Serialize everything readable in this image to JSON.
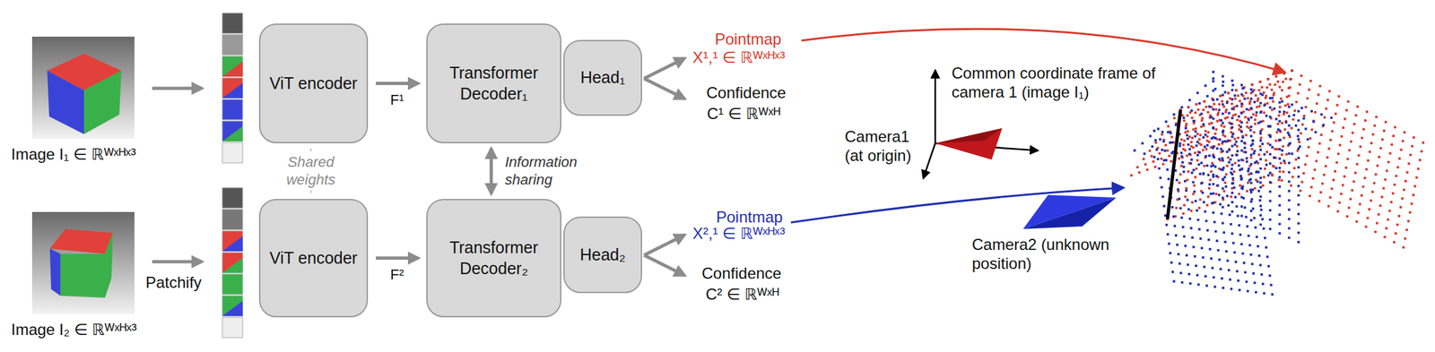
{
  "diagram": {
    "nodes": [
      {
        "text": [
          "ViT encoder"
        ]
      },
      {
        "text": [
          "Transformer Decoder₁"
        ]
      },
      {
        "text": [
          "Head₁"
        ]
      },
      {
        "text": [
          "ViT encoder"
        ]
      },
      {
        "text": [
          "Transformer Decoder₂"
        ]
      },
      {
        "text": [
          "Head₂"
        ]
      }
    ],
    "edges": [
      {
        "from": 0,
        "to": 1,
        "arrow": "to",
        "label": "F¹"
      },
      {
        "from": 3,
        "to": 4,
        "arrow": "to",
        "label": "F²"
      },
      {
        "from": 1,
        "to": 4,
        "arrow": "both",
        "label": "Information sharing"
      },
      {
        "from": 0,
        "to": 3,
        "arrow": "none",
        "label": "Shared weights"
      }
    ],
    "labels": [
      "Image I₁ ∈ ℝᵂˣᴴˣ³",
      "Image I₂ ∈ ℝᵂˣᴴˣ³",
      "Patchify",
      "Pointmap",
      "X¹,¹ ∈ ℝᵂˣᴴˣ³",
      "Confidence",
      "C¹ ∈ ℝᵂˣᴴ",
      "Pointmap",
      "X²,¹ ∈ ℝᵂˣᴴˣ³",
      "Confidence",
      "C² ∈ ℝᵂˣᴴ",
      "Common coordinate frame of camera 1 (image I₁)",
      "Camera1 (at origin)",
      "Camera2 (unknown position)"
    ]
  }
}
